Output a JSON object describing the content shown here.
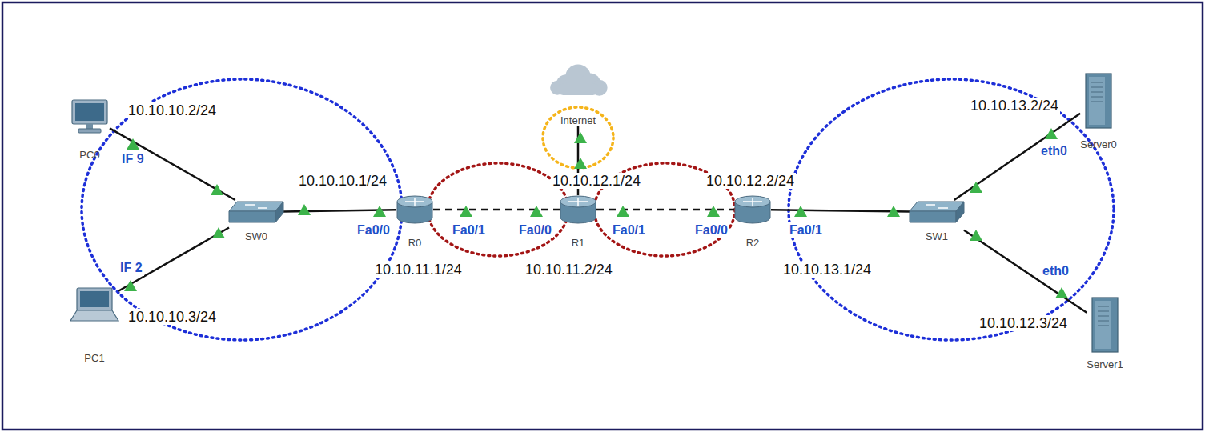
{
  "diagram": {
    "nodes": [
      {
        "text": [
          "PC0"
        ]
      },
      {
        "text": [
          "PC1"
        ]
      },
      {
        "text": [
          "SW0"
        ]
      },
      {
        "text": [
          "R0"
        ]
      },
      {
        "text": [
          "Internet"
        ]
      },
      {
        "text": [
          "R1"
        ]
      },
      {
        "text": [
          "R2"
        ]
      },
      {
        "text": [
          "SW1"
        ]
      },
      {
        "text": [
          "Server0"
        ]
      },
      {
        "text": [
          "Server1"
        ]
      }
    ],
    "edges": [
      {
        "from": 0,
        "to": 2,
        "arrow": "none"
      },
      {
        "from": 1,
        "to": 2,
        "arrow": "none"
      },
      {
        "from": 2,
        "to": 3,
        "arrow": "none"
      },
      {
        "from": 3,
        "to": 5,
        "arrow": "none"
      },
      {
        "from": 5,
        "to": 4,
        "arrow": "none"
      },
      {
        "from": 5,
        "to": 6,
        "arrow": "none"
      },
      {
        "from": 6,
        "to": 7,
        "arrow": "none"
      },
      {
        "from": 7,
        "to": 8,
        "arrow": "none"
      },
      {
        "from": 7,
        "to": 9,
        "arrow": "none"
      }
    ],
    "labels": [
      "10.10.10.2/24",
      "IF 9",
      "IF 2",
      "10.10.10.3/24",
      "10.10.10.1/24",
      "Fa0/0",
      "Fa0/1",
      "10.10.11.1/24",
      "Fa0/0",
      "10.10.11.2/24",
      "10.10.12.1/24",
      "Fa0/1",
      "10.10.12.2/24",
      "Fa0/0",
      "Fa0/1",
      "10.10.13.1/24",
      "10.10.13.2/24",
      "eth0",
      "eth0",
      "10.10.12.3/24"
    ]
  }
}
